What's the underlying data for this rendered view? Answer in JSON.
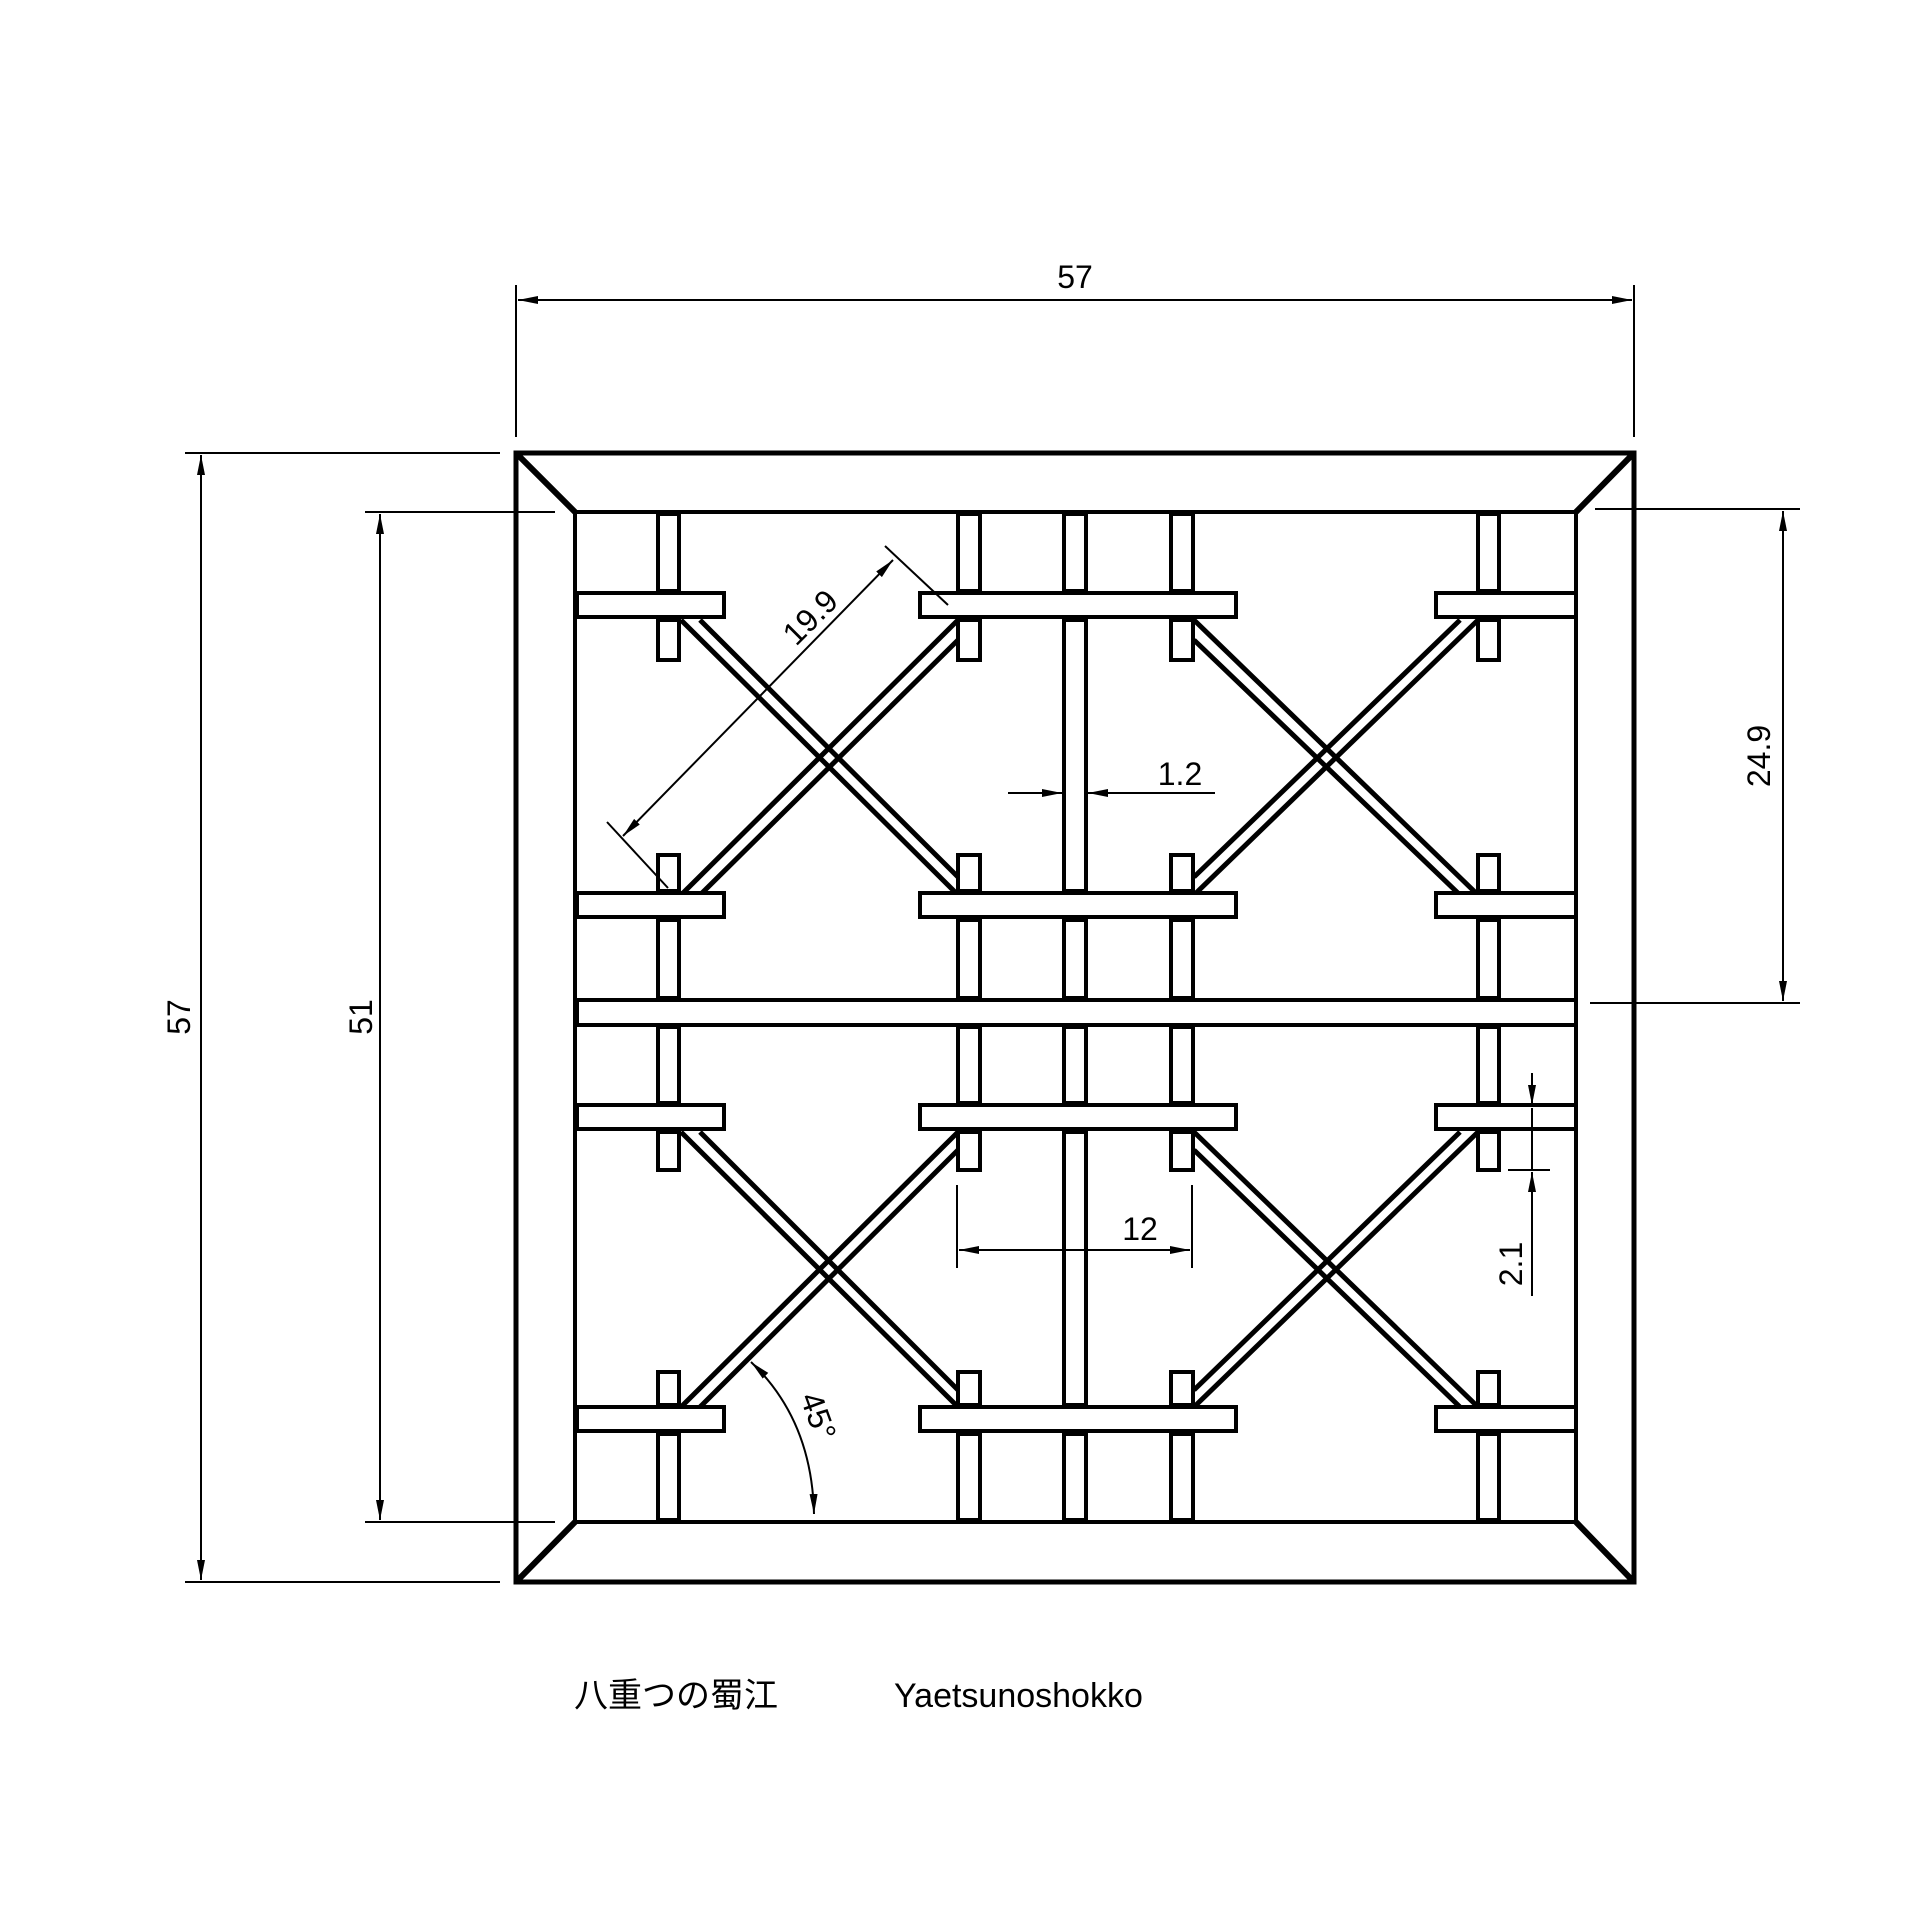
{
  "drawing": {
    "title_jp": "八重つの蜀江",
    "title_en": "Yaetsunoshokko",
    "line_color": "#000000",
    "background": "#ffffff"
  },
  "dimensions": {
    "overall_width": "57",
    "overall_height": "57",
    "inner_height": "51",
    "half_height": "24.9",
    "diagonal_length": "19.9",
    "bar_width": "1.2",
    "stub_spacing": "12",
    "rail_width": "2.1",
    "angle": "45°"
  }
}
